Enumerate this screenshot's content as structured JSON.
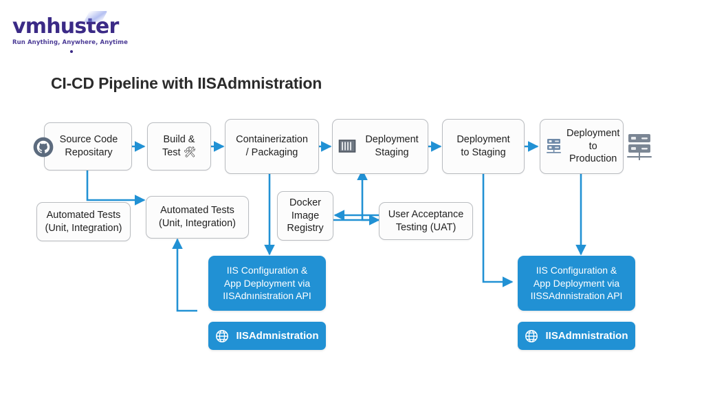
{
  "brand": {
    "wordmark": "vmhuster",
    "tagline": "Run Anything, Anywhere, Anytime",
    "color": "#3b2a86"
  },
  "diagram": {
    "title": "CI-CD Pipeline with IISAdmnistration",
    "accent_blue": "#2191d4",
    "node_border": "#b9bcc0",
    "node_fill": "#fcfcfc",
    "text_color": "#1f1f1f"
  },
  "pipeline": {
    "source_code": {
      "label": "Source Code\nRepositary",
      "icon": "github-icon"
    },
    "build_test": {
      "label": "Build &\nTest 🛠",
      "icon": "tools-icon"
    },
    "containerization": {
      "label": "Containerization\n/ Packaging"
    },
    "deployment_staging": {
      "label": "Deployment\nStaging",
      "icon": "container-crate-icon"
    },
    "deployment_to_staging": {
      "label": "Deployment\nto Staging"
    },
    "deployment_to_production": {
      "label": "Deployment to\nProduction",
      "icon": "server-rack-icon"
    },
    "server_icon_label": "server-rack-icon"
  },
  "support": {
    "automated_tests_1": {
      "label": "Automated Tests\n(Unit, Integration)"
    },
    "automated_tests_2": {
      "label": "Automated Tests\n(Unit, Integration)"
    },
    "docker_registry": {
      "label": "Docker\nImage\nRegistry"
    },
    "uat": {
      "label": "User Acceptance\nTesting (UAT)"
    }
  },
  "iis_boxes": {
    "left": {
      "label": "IIS Configuration &\nApp Deployment via\nIISAdnınistration API"
    },
    "right": {
      "label": "IIS Configuration &\nApp Deployment via\nIISSAdnnistration API"
    }
  },
  "badges": {
    "left": {
      "label": "IISAdmnistration",
      "icon": "globe-icon"
    },
    "right": {
      "label": "IISAdmnistration",
      "icon": "globe-icon"
    }
  }
}
